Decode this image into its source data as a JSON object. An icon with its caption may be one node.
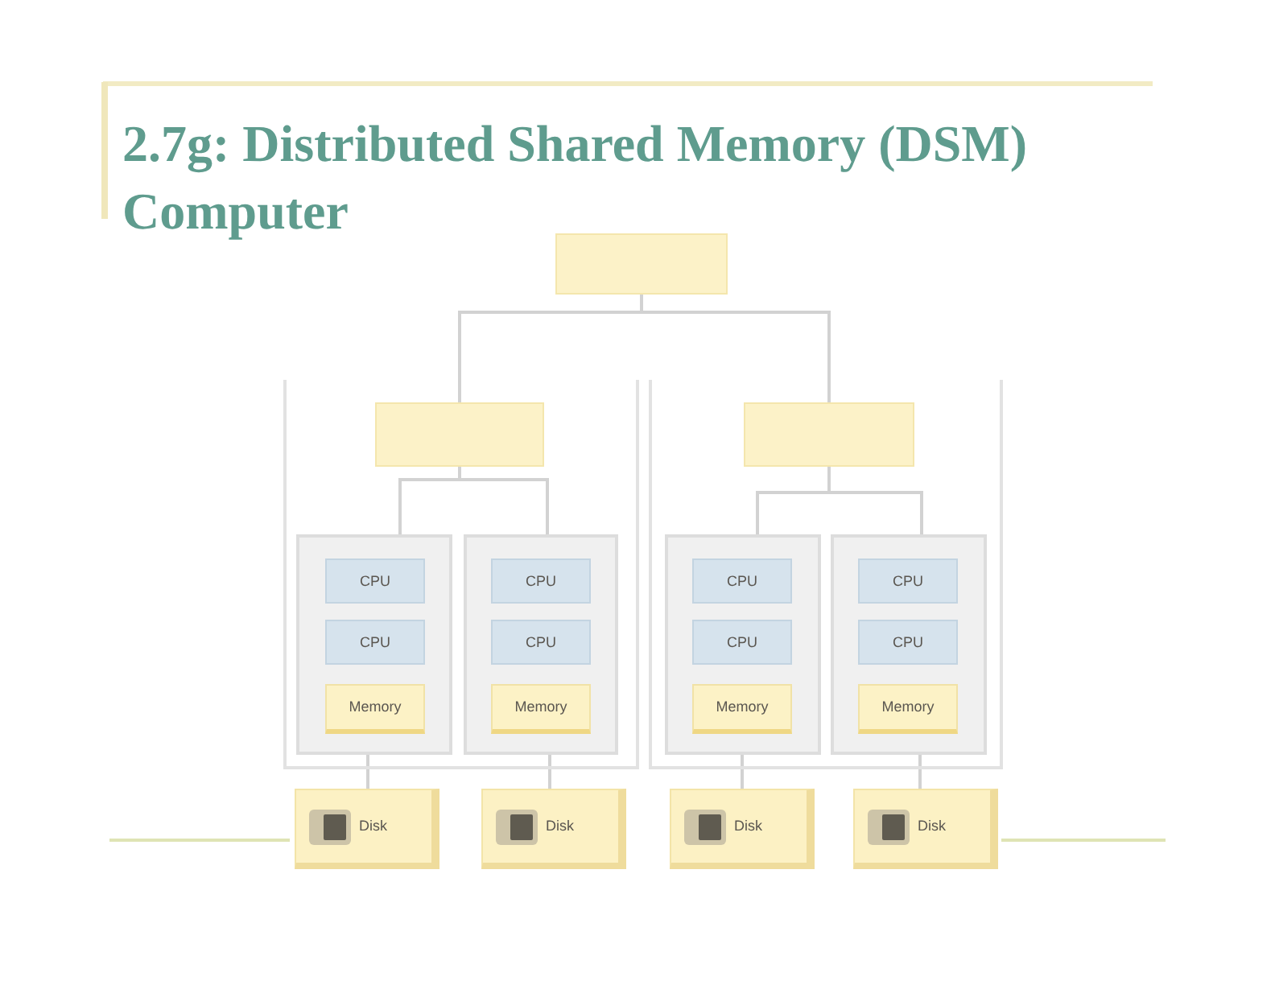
{
  "diagram": {
    "title": "2.7g: Distributed Shared Memory (DSM) Computer",
    "nodes": [
      {
        "text": [],
        "shape": "box"
      },
      {
        "text": [],
        "shape": "box"
      },
      {
        "text": [],
        "shape": "box",
        "in": 1
      },
      {
        "text": [],
        "shape": "box",
        "in": 1
      },
      {
        "text": [
          "CPU"
        ],
        "in": 3
      },
      {
        "text": [
          "CPU"
        ],
        "in": 3
      },
      {
        "text": [
          "Memory"
        ],
        "in": 3
      },
      {
        "text": [],
        "shape": "box",
        "in": 1
      },
      {
        "text": [
          "CPU"
        ],
        "in": 7
      },
      {
        "text": [
          "CPU"
        ],
        "in": 7
      },
      {
        "text": [
          "Memory"
        ],
        "in": 7
      },
      {
        "text": [],
        "shape": "box"
      },
      {
        "text": [],
        "shape": "box",
        "in": 11
      },
      {
        "text": [],
        "shape": "box",
        "in": 11
      },
      {
        "text": [
          "CPU"
        ],
        "in": 13
      },
      {
        "text": [
          "CPU"
        ],
        "in": 13
      },
      {
        "text": [
          "Memory"
        ],
        "in": 13
      },
      {
        "text": [],
        "shape": "box",
        "in": 11
      },
      {
        "text": [
          "CPU"
        ],
        "in": 17
      },
      {
        "text": [
          "CPU"
        ],
        "in": 17
      },
      {
        "text": [
          "Memory"
        ],
        "in": 17
      },
      {
        "text": [
          "Disk"
        ]
      },
      {
        "text": [
          "Disk"
        ]
      },
      {
        "text": [
          "Disk"
        ]
      },
      {
        "text": [
          "Disk"
        ]
      }
    ],
    "edges": [
      {
        "from": 0,
        "to": 2,
        "arrow": "none"
      },
      {
        "from": 0,
        "to": 12,
        "arrow": "none"
      },
      {
        "from": 2,
        "to": 3,
        "arrow": "none"
      },
      {
        "from": 2,
        "to": 7,
        "arrow": "none"
      },
      {
        "from": 12,
        "to": 13,
        "arrow": "none"
      },
      {
        "from": 12,
        "to": 17,
        "arrow": "none"
      },
      {
        "from": 3,
        "to": 21,
        "arrow": "none"
      },
      {
        "from": 7,
        "to": 22,
        "arrow": "none"
      },
      {
        "from": 13,
        "to": 23,
        "arrow": "none"
      },
      {
        "from": 17,
        "to": 24,
        "arrow": "none"
      }
    ]
  }
}
